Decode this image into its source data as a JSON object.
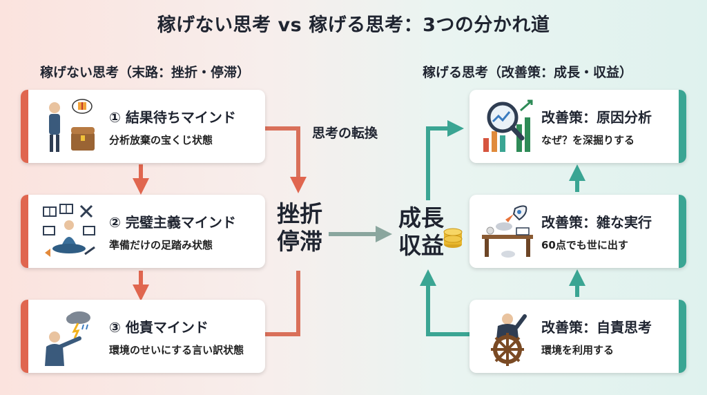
{
  "title": "稼げない思考 vs 稼げる思考：3つの分かれ道",
  "left": {
    "heading": "稼げない思考（末路：挫折・停滞）",
    "cards": [
      {
        "title": "① 結果待ちマインド",
        "sub": "分析放棄の宝くじ状態"
      },
      {
        "title": "② 完璧主義マインド",
        "sub": "準備だけの足踏み状態"
      },
      {
        "title": "③ 他責マインド",
        "sub": "環境のせいにする言い訳状態"
      }
    ],
    "outcome": [
      "挫折",
      "停滞"
    ]
  },
  "right": {
    "heading": "稼げる思考（改善策：成長・収益）",
    "cards": [
      {
        "title": "改善策：原因分析",
        "sub": "なぜ？を深掘りする"
      },
      {
        "title": "改善策：雑な実行",
        "sub": "60点でも世に出す"
      },
      {
        "title": "改善策：自責思考",
        "sub": "環境を利用する"
      }
    ],
    "outcome": [
      "成長",
      "収益"
    ]
  },
  "transition_label": "思考の転換",
  "colors": {
    "bad": "#e0664f",
    "good": "#3aa593",
    "transition": "#8fa9a1"
  }
}
